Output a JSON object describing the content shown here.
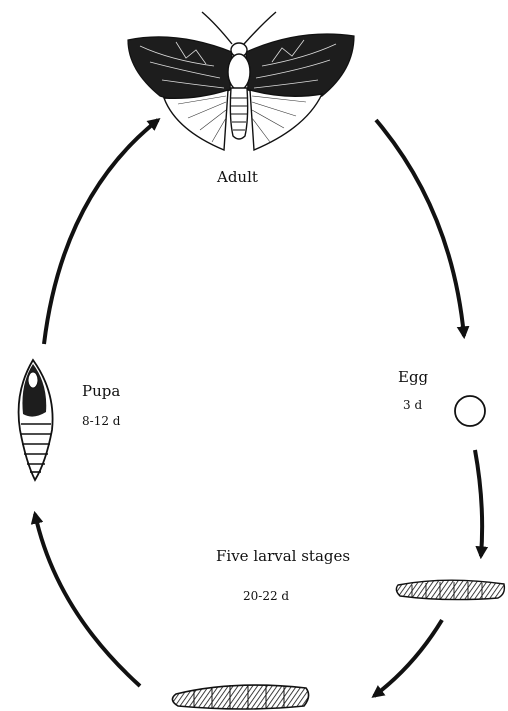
{
  "stages": {
    "adult": {
      "name": "Adult"
    },
    "egg": {
      "name": "Egg",
      "duration": "3 d"
    },
    "larva": {
      "name": "Five larval stages",
      "duration": "20-22 d"
    },
    "pupa": {
      "name": "Pupa",
      "duration": "8-12 d"
    }
  },
  "colors": {
    "ink": "#111111",
    "background": "#ffffff"
  }
}
